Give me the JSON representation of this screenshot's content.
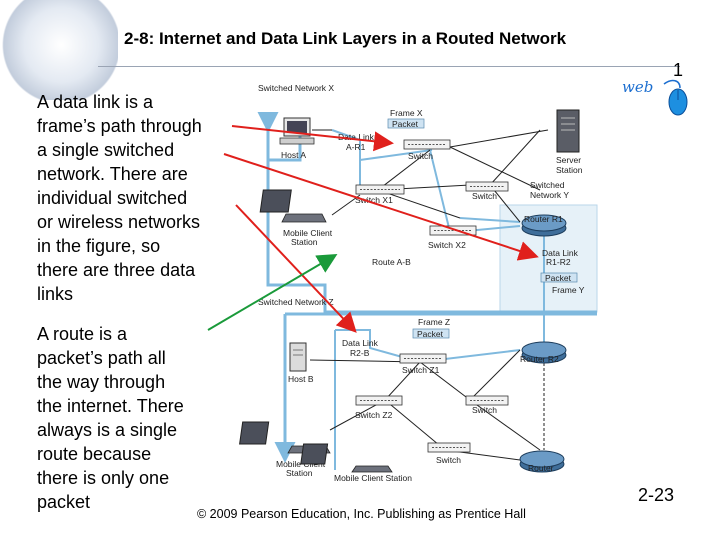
{
  "title": "2-8: Internet and Data Link Layers in a Routed Network",
  "slide_number_top": "1",
  "bullet_data_link": [
    "A data link is a",
    "frame’s path through",
    "a single switched",
    "network. There are",
    "individual switched",
    "or wireless networks",
    "in the figure, so",
    "there are three data",
    "links"
  ],
  "bullet_route": [
    "A route is a",
    "packet’s path all",
    "the way through",
    "the internet. There",
    "always is a single",
    "route because",
    "there is only one",
    "packet"
  ],
  "footer": "© 2009 Pearson Education, Inc.  Publishing as Prentice Hall",
  "slide_number": "2-23",
  "logo_text": "web",
  "figure": {
    "switched_network_x": "Switched Network X",
    "switched_network_y": [
      "Switched",
      "Network Y"
    ],
    "switched_network_z": "Switched Network Z",
    "frame_x": "Frame X",
    "packet": "Packet",
    "data_link_a_r1": [
      "Data Link",
      "A-R1"
    ],
    "switch": "Switch",
    "host_a": "Host A",
    "server_station": [
      "Server",
      "Station"
    ],
    "switch_x1": "Switch X1",
    "router_r1": "Router R1",
    "mobile_client_station": [
      "Mobile Client",
      "Station"
    ],
    "switch_x2": "Switch X2",
    "data_link_r1_r2": [
      "Data Link",
      "R1-R2"
    ],
    "frame_y": "Frame Y",
    "route_a_b": "Route A-B",
    "frame_z": "Frame Z",
    "data_link_r2_b": [
      "Data Link",
      "R2-B"
    ],
    "host_b": "Host B",
    "switch_z1": "Switch Z1",
    "router_r2": "Router R2",
    "switch_z2": "Switch Z2",
    "mobile_client_station_bottom": "Mobile Client Station",
    "router": "Router"
  },
  "colors": {
    "red_arrow": "#e0201c",
    "green_arrow": "#1a9a3a",
    "route_line": "#7fb9de",
    "network_y_bg": "#e6f1f8"
  }
}
